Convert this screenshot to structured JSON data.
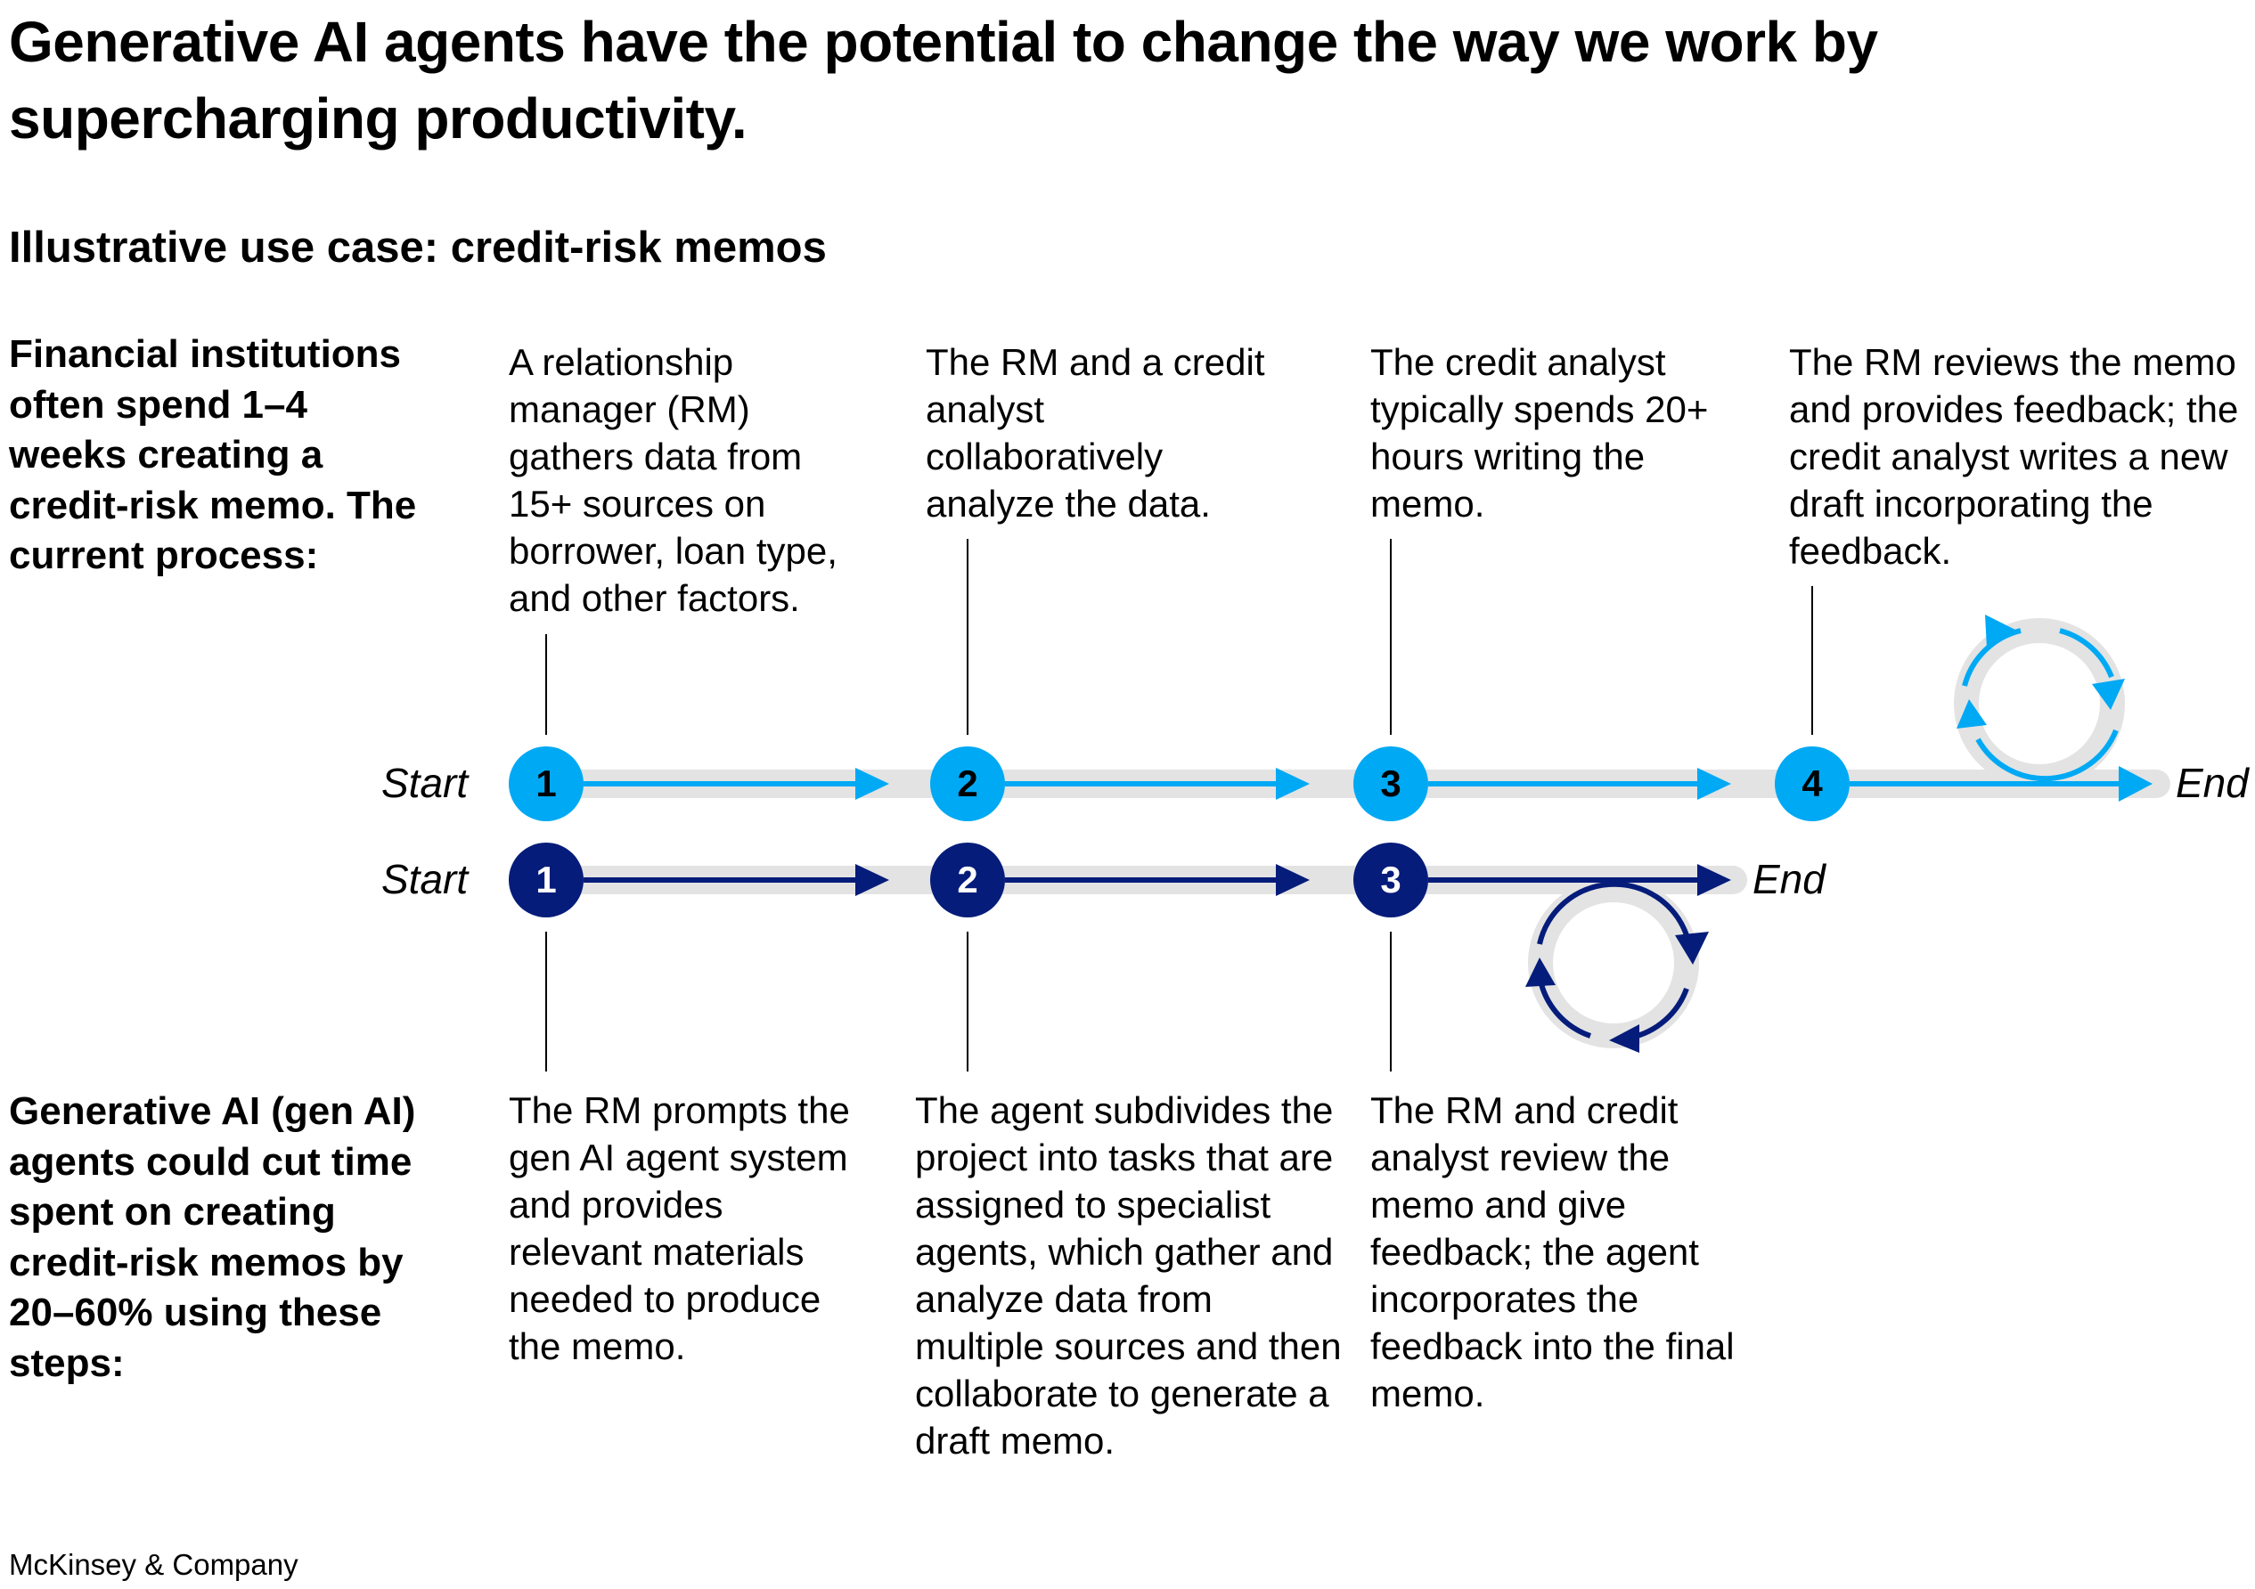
{
  "title": "Generative AI agents have the potential to change the way we work by supercharging productivity.",
  "subtitle": "Illustrative use case: credit-risk memos",
  "current": {
    "lead": "Financial institutions often spend 1–4 weeks creating a credit-risk memo. The current process:",
    "start_label": "Start",
    "end_label": "End",
    "steps": [
      {
        "number": "1",
        "text": "A relationship manager (RM) gathers data from 15+ sources on borrower, loan type, and other factors."
      },
      {
        "number": "2",
        "text": "The RM and a credit analyst collaboratively analyze the data."
      },
      {
        "number": "3",
        "text": "The credit analyst typically spends 20+ hours writing the memo."
      },
      {
        "number": "4",
        "text": "The RM reviews the memo and provides feedback; the credit analyst writes a new draft incorporating the feedback."
      }
    ],
    "color": "#00A9F4"
  },
  "genai": {
    "lead": "Generative AI (gen AI) agents could cut time spent on creating credit-risk memos by 20–60% using these steps:",
    "start_label": "Start",
    "end_label": "End",
    "steps": [
      {
        "number": "1",
        "text": "The RM prompts the gen AI agent system and provides relevant materials needed to produce the memo."
      },
      {
        "number": "2",
        "text": "The agent subdivides the project into tasks that are assigned to specialist agents, which gather and analyze data from multiple sources and then collaborate to generate a draft memo."
      },
      {
        "number": "3",
        "text": "The RM and credit analyst review the memo and give feedback; the agent incorporates the feedback into the final memo."
      }
    ],
    "color": "#051C7A"
  },
  "track_color": "#E3E3E3",
  "footer": "McKinsey & Company"
}
